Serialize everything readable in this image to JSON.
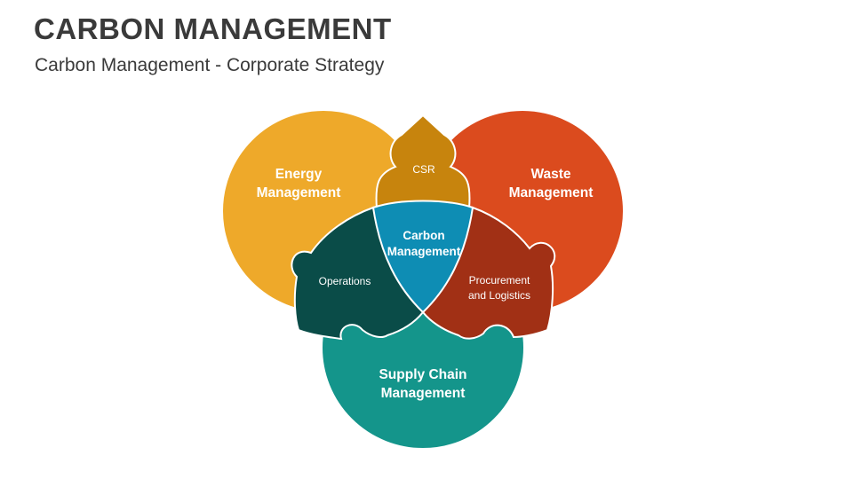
{
  "header": {
    "title": "CARBON MANAGEMENT",
    "subtitle": "Carbon Management - Corporate Strategy"
  },
  "diagram": {
    "energy": {
      "line1": "Energy",
      "line2": "Management",
      "color": "#EEA92A"
    },
    "waste": {
      "line1": "Waste",
      "line2": "Management",
      "color": "#DB4B1E"
    },
    "supply": {
      "line1": "Supply Chain",
      "line2": "Management",
      "color": "#14958B"
    },
    "csr": {
      "label": "CSR",
      "color": "#C7840D"
    },
    "operations": {
      "label": "Operations",
      "color": "#0A4C48"
    },
    "procurement": {
      "line1": "Procurement",
      "line2": "and Logistics",
      "color": "#A13015"
    },
    "center": {
      "line1": "Carbon",
      "line2": "Management",
      "color": "#0E8DB4"
    }
  }
}
